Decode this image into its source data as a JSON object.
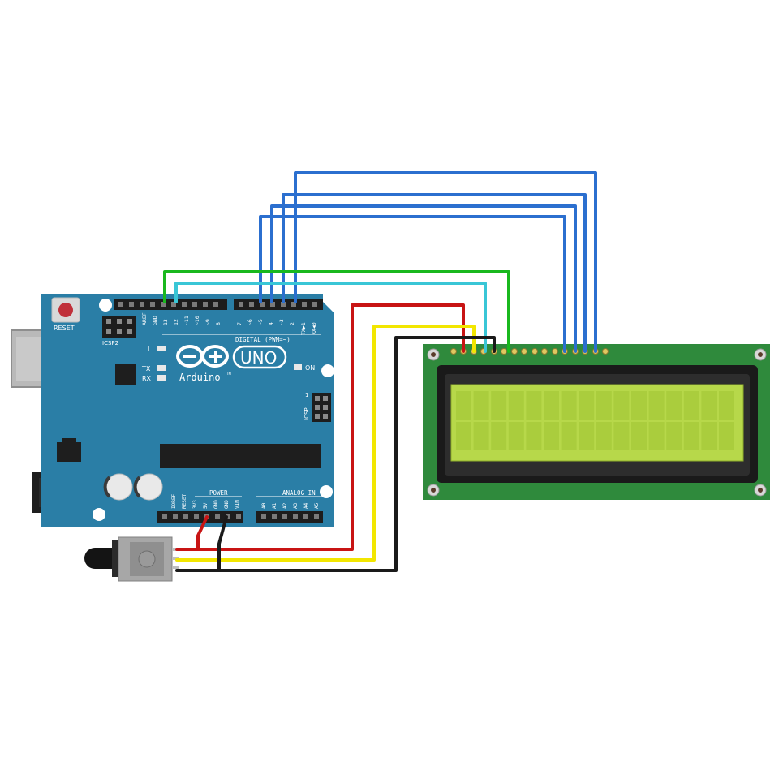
{
  "board": {
    "reset": "RESET",
    "icsp2": "ICSP2",
    "icsp": "ICSP",
    "aref": "AREF",
    "gnd": "GND",
    "header_top": [
      "13",
      "12",
      "~11",
      "~10",
      "~9",
      "8",
      "7",
      "~6",
      "~5",
      "4",
      "~3",
      "2",
      "TX▶1",
      "RX◀0"
    ],
    "digital": "DIGITAL (PWM=~)",
    "led_l": "L",
    "led_tx": "TX",
    "led_rx": "RX",
    "led_on": "ON",
    "brand_uno": "UNO",
    "brand_arduino": "Arduino",
    "tm": "TM",
    "power": "POWER",
    "analog": "ANALOG IN",
    "power_pins": [
      "IOREF",
      "RESET",
      "3V3",
      "5V",
      "GND",
      "GND",
      "VIN"
    ],
    "analog_pins": [
      "A0",
      "A1",
      "A2",
      "A3",
      "A4",
      "A5"
    ],
    "icsp_pin1": "1"
  },
  "colors": {
    "board": "#2a7ea6",
    "lcd_pcb": "#2f8a3c",
    "lcd_screen": "#b7d84a",
    "wire_blue": "#2b6fcf",
    "wire_green": "#19b81e",
    "wire_cyan": "#39c6d6",
    "wire_red": "#c81414",
    "wire_yellow": "#f2e600",
    "wire_black": "#1a1a1a"
  }
}
